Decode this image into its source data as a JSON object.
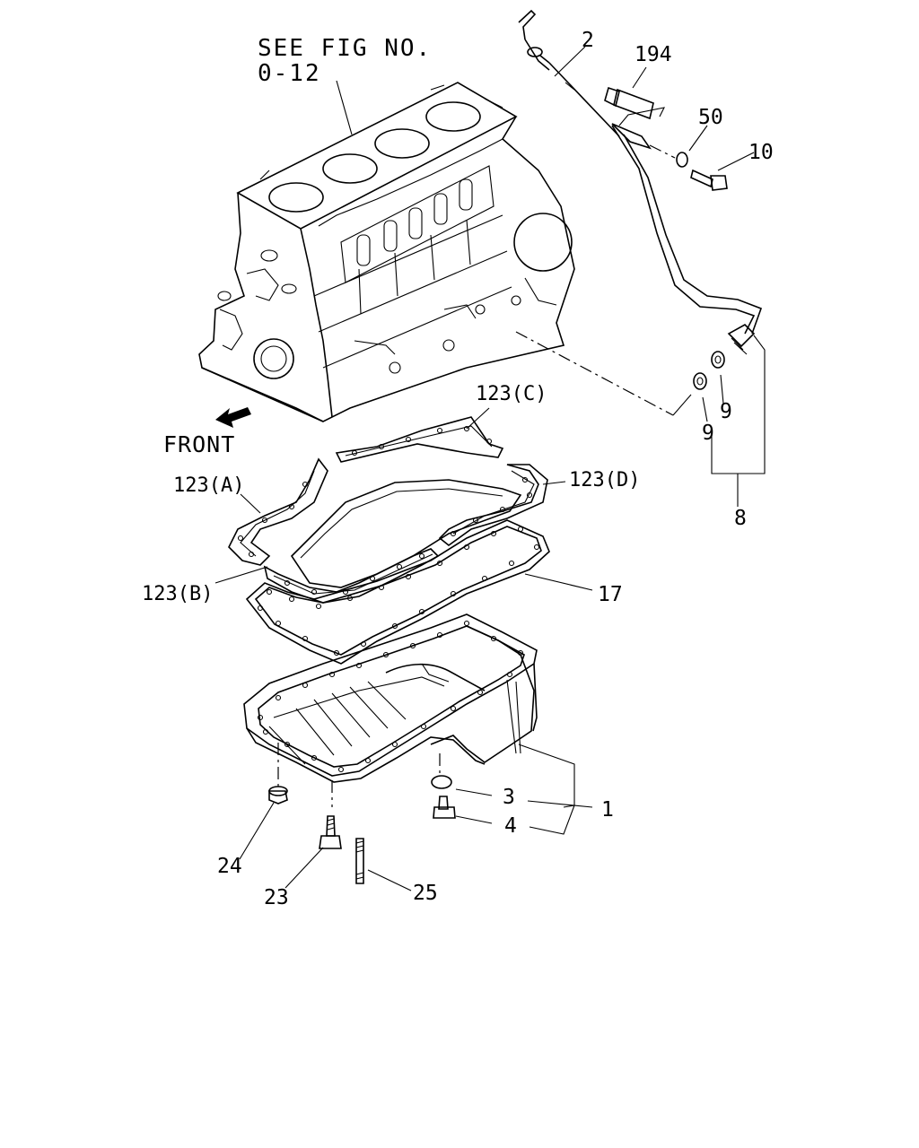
{
  "diagram": {
    "reference_note": [
      "SEE FIG NO.",
      "0-12"
    ],
    "direction_label": "FRONT",
    "callouts": {
      "c1": "1",
      "c2": "2",
      "c3": "3",
      "c4": "4",
      "c8": "8",
      "c9a": "9",
      "c9b": "9",
      "c10": "10",
      "c17": "17",
      "c23": "23",
      "c24": "24",
      "c25": "25",
      "c50": "50",
      "c194": "194",
      "c123a": "123(A)",
      "c123b": "123(B)",
      "c123c": "123(C)",
      "c123d": "123(D)"
    }
  }
}
